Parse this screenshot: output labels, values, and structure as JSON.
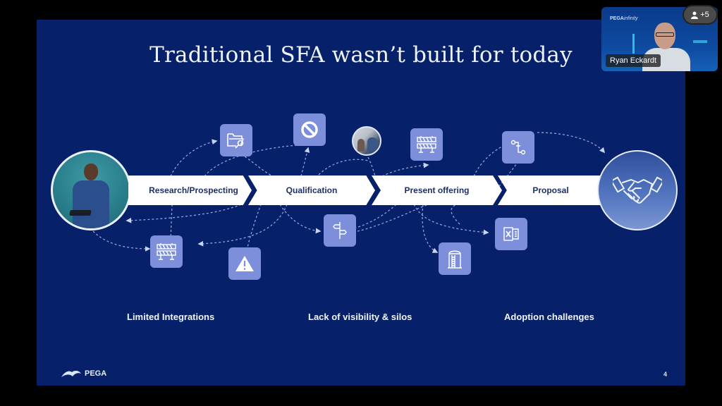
{
  "slide": {
    "title": "Traditional SFA wasn’t built for today",
    "stages": [
      {
        "label": "Research/Prospecting"
      },
      {
        "label": "Qualification"
      },
      {
        "label": "Present offering"
      },
      {
        "label": "Proposal"
      }
    ],
    "icons": [
      {
        "name": "folder-search-icon"
      },
      {
        "name": "prohibited-icon"
      },
      {
        "name": "team-meeting-photo"
      },
      {
        "name": "barrier-icon"
      },
      {
        "name": "flowchart-icon"
      },
      {
        "name": "barrier-icon"
      },
      {
        "name": "warning-icon"
      },
      {
        "name": "signpost-icon"
      },
      {
        "name": "excel-icon"
      },
      {
        "name": "silo-icon"
      },
      {
        "name": "handshake-icon"
      }
    ],
    "challenges": [
      {
        "label": "Limited Integrations"
      },
      {
        "label": "Lack of visibility & silos"
      },
      {
        "label": "Adoption challenges"
      }
    ],
    "logo_text": "PEGA",
    "page_number": "4",
    "colors": {
      "background": "#06206a",
      "tile": "#7d8fdb",
      "stage_text": "#1f2f66"
    }
  },
  "video": {
    "brand": "PEGA",
    "brand_suffix": "infinity",
    "participant_name": "Ryan Eckardt",
    "participants_badge": "+5"
  }
}
